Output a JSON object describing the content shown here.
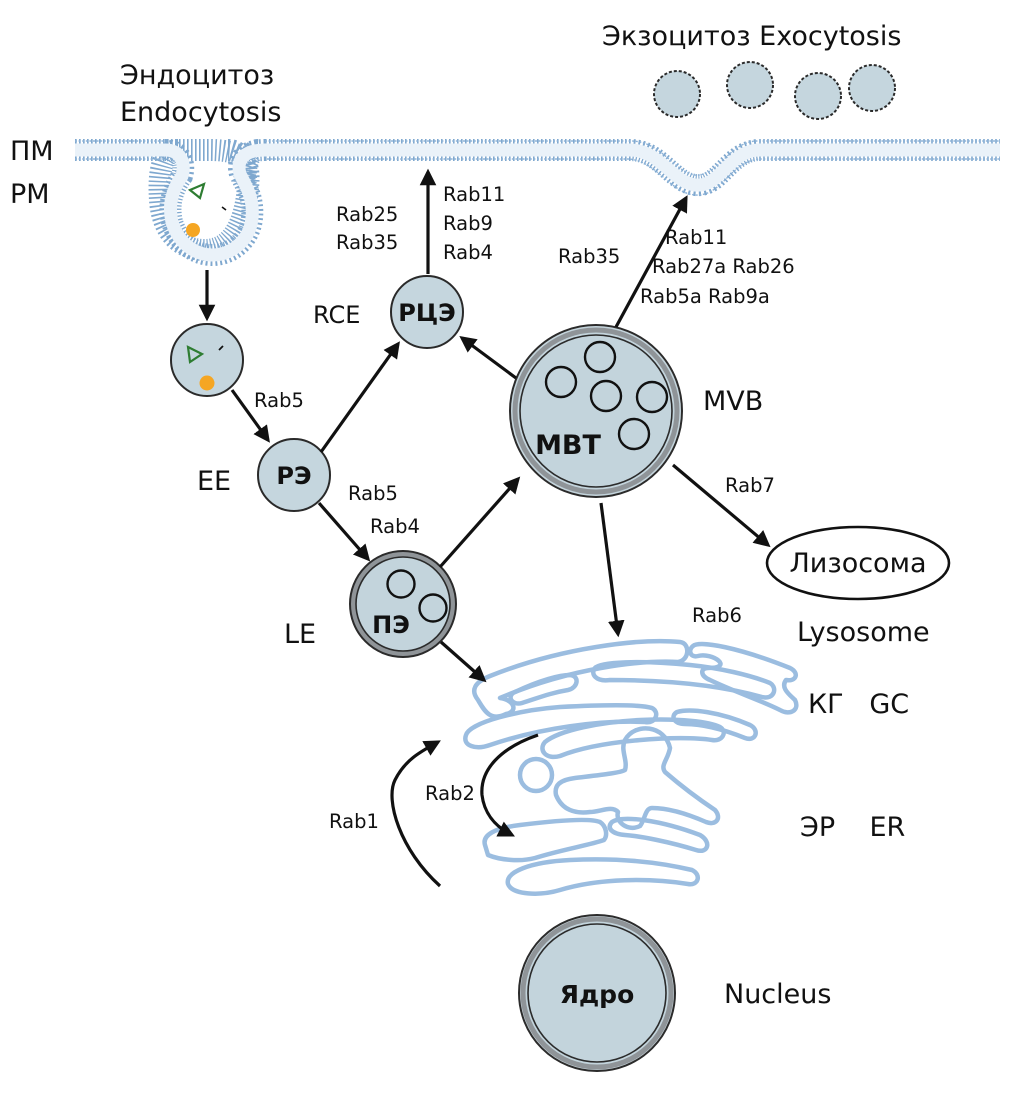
{
  "figure": {
    "title": "Rab GTPases in membrane trafficking",
    "labels": {
      "endocytosis_ru": "Эндоцитоз",
      "endocytosis_en": "Endocytosis",
      "exocytosis": "Экзоцитоз Exocytosis",
      "pm_ru": "ПМ",
      "pm_en": "PM",
      "rce_en": "RCE",
      "rce_ru": "РЦЭ",
      "ee_en": "EE",
      "ee_ru": "РЭ",
      "le_en": "LE",
      "le_ru": "ПЭ",
      "mvb_en": "MVB",
      "mvb_ru": "МВТ",
      "lysosome_ru": "Лизосома",
      "lysosome_en": "Lysosome",
      "golgi": "КГ   GC",
      "er": "ЭР    ER",
      "nucleus_ru": "Ядро",
      "nucleus_en": "Nucleus"
    },
    "rabs": {
      "endosome_to_ee": "Rab5",
      "ee_to_le": [
        "Rab5",
        "Rab4"
      ],
      "rce_left": [
        "Rab25",
        "Rab35"
      ],
      "rce_to_pm": [
        "Rab11",
        "Rab9",
        "Rab4"
      ],
      "mvb_to_pm_left": "Rab35",
      "mvb_to_pm_right": [
        "Rab11",
        "Rab27a Rab26",
        "Rab5a Rab9a"
      ],
      "mvb_to_lysosome": "Rab7",
      "golgi": "Rab6",
      "er_to_golgi": "Rab1",
      "golgi_to_er": "Rab2"
    },
    "colors": {
      "organelle_fill": "#c3d4dc",
      "membrane_blue": "#9bbde0",
      "cargo_orange": "#f5a623",
      "cargo_green": "#2e7d32",
      "arrow": "#111111"
    }
  }
}
